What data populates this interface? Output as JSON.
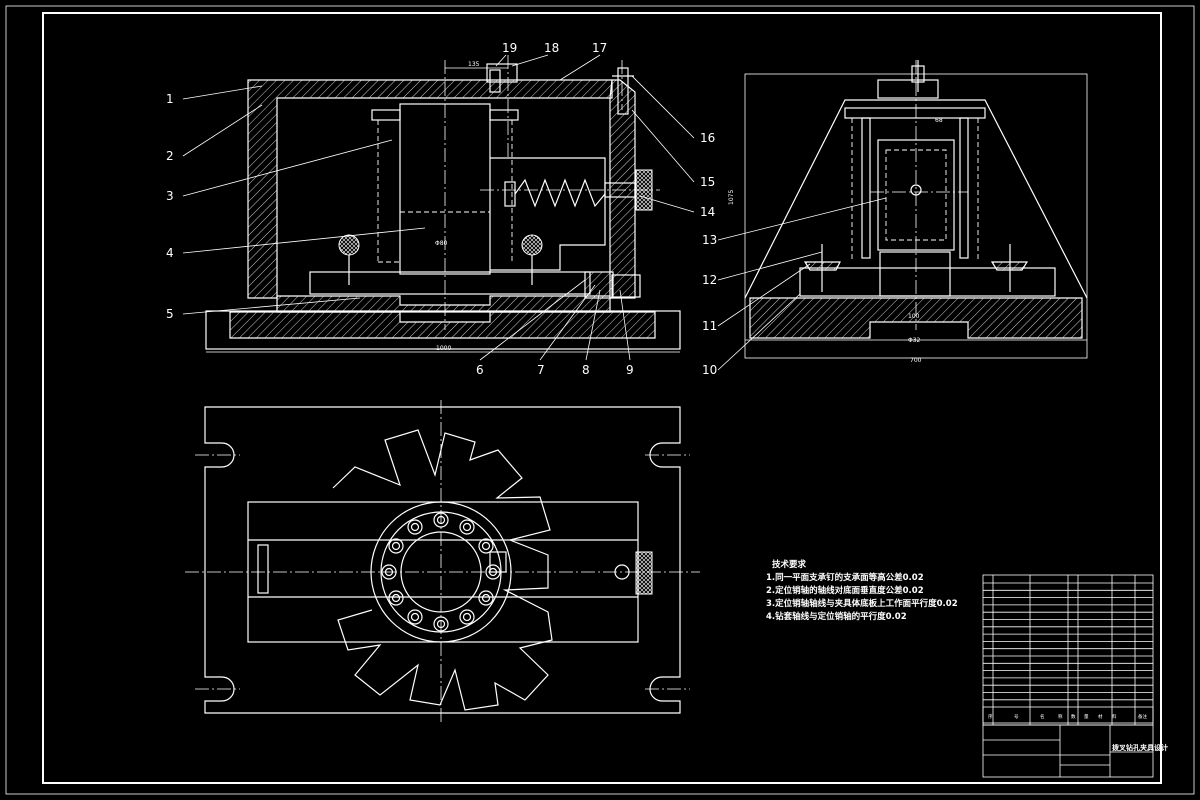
{
  "part_numbers": [
    "1",
    "2",
    "3",
    "4",
    "5",
    "6",
    "7",
    "8",
    "9",
    "10",
    "11",
    "12",
    "13",
    "14",
    "15",
    "16",
    "17",
    "18",
    "19"
  ],
  "dimensions": {
    "front_top": "135",
    "front_width": "1000",
    "front_bore": "Φ80",
    "side_width": "700",
    "side_height": "1075",
    "side_bore1": "100",
    "side_bore2": "Φ32",
    "side_small": "68"
  },
  "tech_requirements": {
    "title": "技术要求",
    "items": [
      "1.同一平面支承钉的支承面等高公差0.02",
      "2.定位销轴的轴线对底面垂直度公差0.02",
      "3.定位销轴轴线与夹具体底板上工作面平行度0.02",
      "4.钻套轴线与定位销轴的平行度0.02"
    ]
  },
  "bom_header": [
    "序",
    "号",
    "名",
    "称",
    "数",
    "量",
    "材",
    "料",
    "备注"
  ],
  "title_block": {
    "name": "拨叉钻孔夹具设计"
  }
}
